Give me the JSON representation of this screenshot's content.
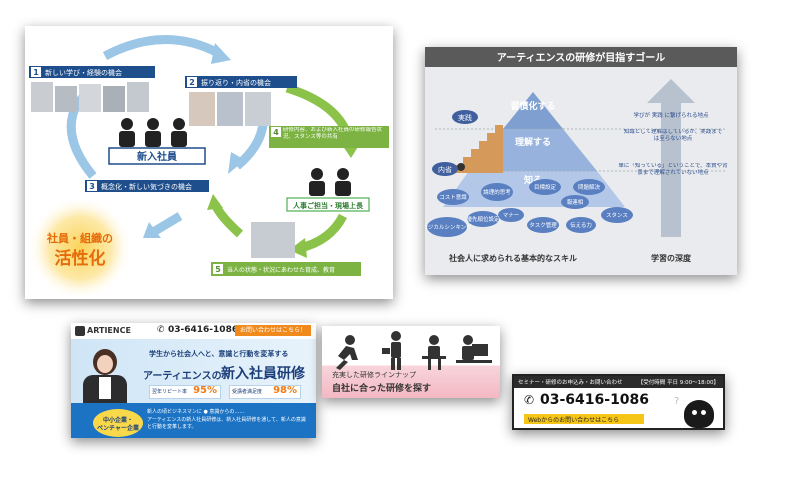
{
  "cycle": {
    "steps": [
      {
        "num": "1",
        "label": "新しい学び・経験の機会"
      },
      {
        "num": "2",
        "label": "振り返り・内省の機会"
      },
      {
        "num": "3",
        "label": "概念化・新しい気づきの機会"
      },
      {
        "num": "4",
        "label": "研修内容、および新入社員の研修報告状況、スタンス等の共有"
      },
      {
        "num": "5",
        "label": "当人の状態・状況にあわせた育成、教育"
      }
    ],
    "center_label": "新入社員",
    "boss_label": "人事ご担当・現場上長",
    "result_line1": "社員・組織の",
    "result_line2": "活性化"
  },
  "goal": {
    "title": "アーティエンスの研修が目指すゴール",
    "levels": [
      "習慣化する",
      "理解する",
      "知る"
    ],
    "side_labels": [
      "実践",
      "内省"
    ],
    "skills": [
      "コスト意識",
      "論理的思考",
      "目標設定",
      "問題解決",
      "ロジカルシンキング",
      "優先順位設定",
      "マナー",
      "報連相",
      "タスク管理",
      "伝える力",
      "スタンス"
    ],
    "notes": [
      "学びが 実践 に繋げられる地点",
      "知識として理解はしているが、実践までは至らない地点",
      "単に「知っている」ということで、本質や背景まで理解されていない地点"
    ],
    "footer_left": "社会人に求められる基本的なスキル",
    "footer_right": "学習の深度"
  },
  "banner": {
    "brand": "ARTIENCE",
    "phone": "03-6416-1086",
    "cta": "お問い合わせはこちら！",
    "tagline": "学生から社会人へと、意識と行動を変革する",
    "title_prefix": "アーティエンスの",
    "title_main": "新入社員研修",
    "stat1_label": "翌年リピート率",
    "stat1_value": "95%",
    "stat2_label": "受講者満足度",
    "stat2_value": "98%",
    "badge_line1": "中小企業・",
    "badge_line2": "ベンチャー企業",
    "desc1": "新人の頃ビジネスマンに ● 意識からの……",
    "desc2": "アーティエンスの新人社員研修は、新入社員研修を通して、新人の意識と行動を変革します。"
  },
  "lineup": {
    "line1": "充実した研修ラインナップ",
    "line2": "自社に合った研修を探す"
  },
  "contact": {
    "header": "セミナー・研修のお申込み・お問い合わせ",
    "hours": "【受付時間 平日 9:00〜18:00】",
    "phone": "03-6416-1086",
    "sub": "Webからのお問い合わせはこちら"
  }
}
